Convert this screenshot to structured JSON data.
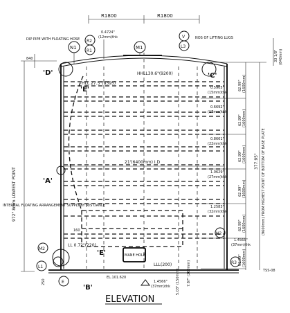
{
  "title": "ELEVATION",
  "dimensions": {
    "radius_left": "R1800",
    "radius_right": "R1800",
    "roof_top_height": "33 1/8\"",
    "roof_top_height_mm": "(840mm)",
    "lowest_point_height": "972\" 8mm LOWEST POINT",
    "highest_point_height": "(9600mm) FROM HIGHEST POINT OF BOTTOM OF BASE PLATE",
    "highest_point_in": "377.95\"",
    "inner_diameter": "21'(6400mm) I.D",
    "hhll": "HHLL30.6\"(9200)",
    "hll": "HLL 27.5\"(8395)",
    "ll": "LL 0.72\"(220)",
    "lll": "LLL(200)",
    "el_mark": "EL.101.620",
    "base_label": "TSS-08"
  },
  "shell_courses": [
    {
      "thickness": "0.5905\"",
      "thickness_mm": "(15mm)thk",
      "height": "62.99\"",
      "height_mm": "(1600mm)"
    },
    {
      "thickness": "0.6692\"",
      "thickness_mm": "(17mm)thk",
      "height": "62.99\"",
      "height_mm": "(1600mm)"
    },
    {
      "thickness": "0.8661\"",
      "thickness_mm": "(22mm)thk",
      "height": "62.99\"",
      "height_mm": "(1600mm)"
    },
    {
      "thickness": "1.0629\"",
      "thickness_mm": "(27mm)thk",
      "height": "62.99\"",
      "height_mm": "(1600mm)"
    },
    {
      "thickness": "1.2583\"",
      "thickness_mm": "(32mm)thk",
      "height": "62.99\"",
      "height_mm": "(1600mm)"
    },
    {
      "thickness": "1.4565\"",
      "thickness_mm": "(37mm)thk",
      "height": "62.99\"",
      "height_mm": "(1600mm)"
    }
  ],
  "bottom_plate": {
    "thickness": "1.4566\"",
    "thickness_mm": "(37mm)thk"
  },
  "roof_plate": {
    "thickness": "0.4724\"",
    "thickness_mm": "(12mm)thk"
  },
  "notes": {
    "dip_pipe": "DIP PIPE WITH FLOATING HOSE",
    "lifting_lugs": "NOS OF LIFTING LUGS",
    "floating_roof": "INTERNAL FLOATING ARRANGEMENT SUPPLY BY M/S DANLE",
    "manhole": "MANE HOLE",
    "dim_160": "160",
    "dim_250": "250",
    "dim_787": "7.87\" (200mm)",
    "dim_503": "5.03\" (150mm)"
  },
  "nozzles": [
    "N1",
    "M1",
    "R2",
    "R1",
    "V",
    "L3",
    "N2",
    "M2",
    "L1",
    "R3",
    "E"
  ],
  "section_marks": [
    "D",
    "C",
    "E",
    "A",
    "E",
    "B"
  ]
}
